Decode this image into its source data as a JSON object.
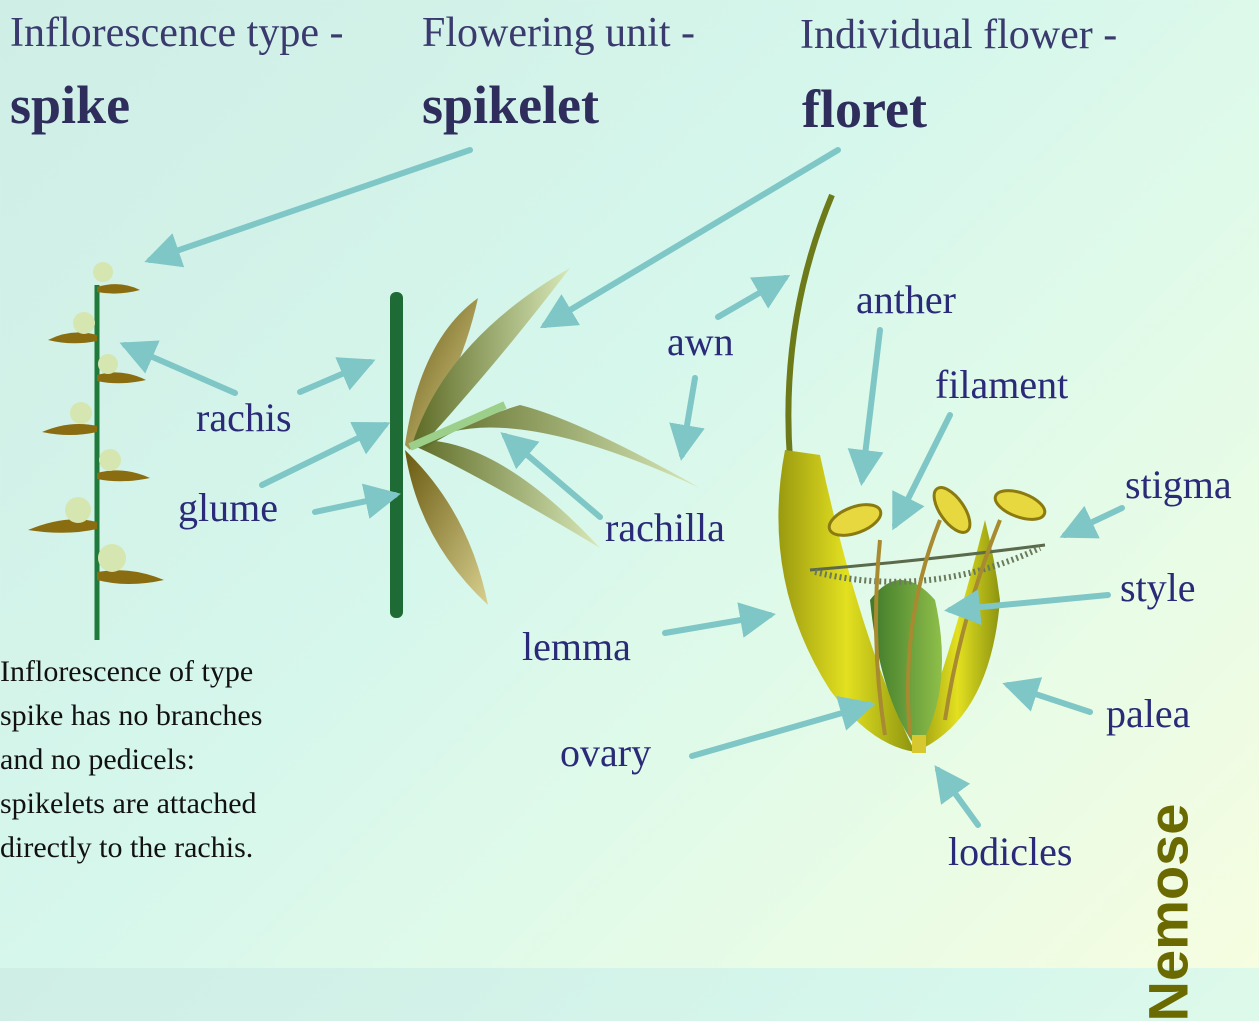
{
  "headers": {
    "inflorescence_caption": "Inflorescence type -",
    "inflorescence_term": "spike",
    "unit_caption": "Flowering unit -",
    "unit_term": "spikelet",
    "flower_caption": "Individual flower -",
    "flower_term": "floret"
  },
  "labels": {
    "rachis": "rachis",
    "glume": "glume",
    "rachilla": "rachilla",
    "awn": "awn",
    "anther": "anther",
    "filament": "filament",
    "stigma": "stigma",
    "style": "style",
    "lemma": "lemma",
    "palea": "palea",
    "ovary": "ovary",
    "lodicles": "lodicles"
  },
  "description": "Inflorescence of type\nspike has no branches\nand no pedicels:\nspikelets are attached\ndirectly to the rachis.",
  "brand": "Nemose",
  "colors": {
    "arrow": "#7fc6c6",
    "rachis_green": "#1f6f3c",
    "lemma_yellow": "#cfcc1a",
    "text": "#2a2a78"
  }
}
